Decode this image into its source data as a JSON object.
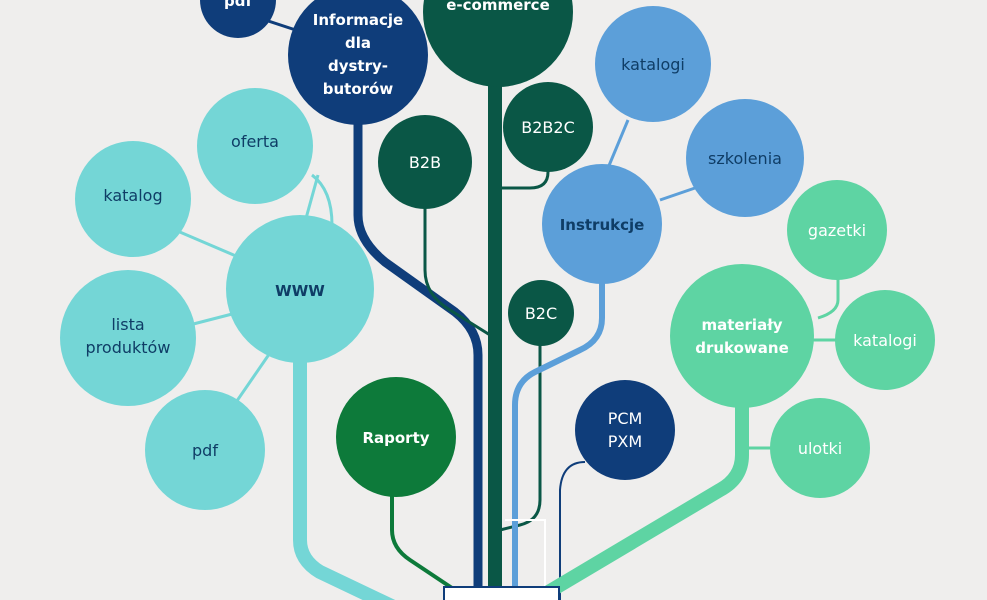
{
  "colors": {
    "background": "#efeeed",
    "teal": "#74d6d6",
    "teal_text": "#0f3d66",
    "dark_green": "#0a5746",
    "navy": "#0f3d7a",
    "light_blue": "#5c9fd9",
    "mint": "#5ed4a3",
    "green": "#0d7a3a",
    "white_text": "#ffffff"
  },
  "nodes": {
    "pdf_top": {
      "lines": [
        "pdf"
      ]
    },
    "informacje": {
      "lines": [
        "Informacje",
        "dla",
        "dystry-",
        "butorów"
      ]
    },
    "ecommerce": {
      "lines": [
        "e-commerce"
      ]
    },
    "b2b": {
      "lines": [
        "B2B"
      ]
    },
    "b2b2c": {
      "lines": [
        "B2B2C"
      ]
    },
    "b2c": {
      "lines": [
        "B2C"
      ]
    },
    "katalogi_blue": {
      "lines": [
        "katalogi"
      ]
    },
    "szkolenia": {
      "lines": [
        "szkolenia"
      ]
    },
    "instrukcje": {
      "lines": [
        "Instrukcje"
      ]
    },
    "oferta": {
      "lines": [
        "oferta"
      ]
    },
    "katalog": {
      "lines": [
        "katalog"
      ]
    },
    "www": {
      "lines": [
        "WWW"
      ]
    },
    "lista_produktow": {
      "lines": [
        "lista",
        "produktów"
      ]
    },
    "pdf_left": {
      "lines": [
        "pdf"
      ]
    },
    "raporty": {
      "lines": [
        "Raporty"
      ]
    },
    "pcm_pxm": {
      "lines": [
        "PCM",
        "PXM"
      ]
    },
    "gazetki": {
      "lines": [
        "gazetki"
      ]
    },
    "materialy": {
      "lines": [
        "materiały",
        "drukowane"
      ]
    },
    "katalogi_mint": {
      "lines": [
        "katalogi"
      ]
    },
    "ulotki": {
      "lines": [
        "ulotki"
      ]
    }
  }
}
